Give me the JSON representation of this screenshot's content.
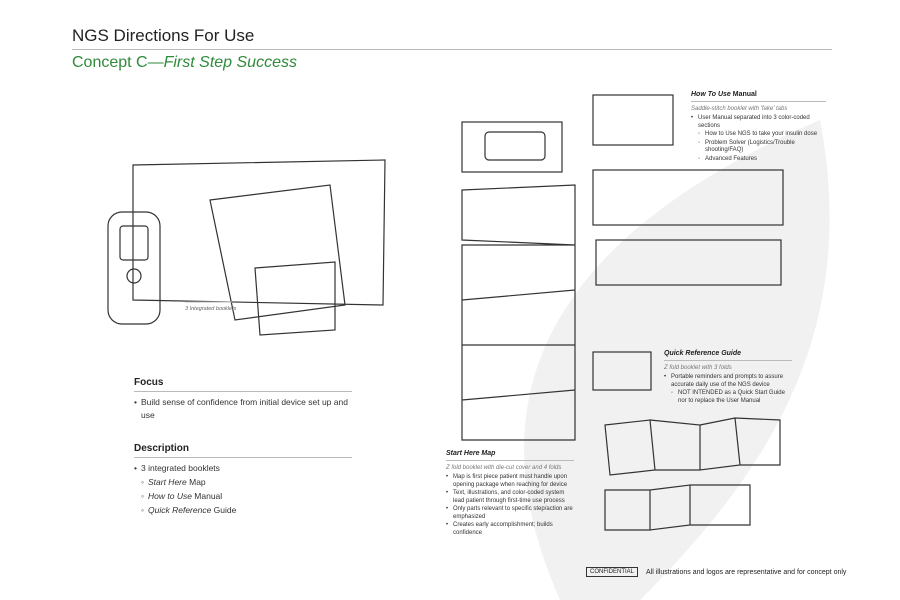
{
  "title": "NGS Directions For Use",
  "concept": {
    "prefix": "Concept C—",
    "italic": "First Step Success"
  },
  "booklets_caption": "3 Integrated booklets",
  "focus": {
    "heading": "Focus",
    "items": [
      "Build sense of confidence from initial device set up and use"
    ]
  },
  "description": {
    "heading": "Description",
    "item": "3 integrated booklets",
    "sub": [
      {
        "italic": "Start Here",
        "rest": " Map"
      },
      {
        "italic": "How to Use",
        "rest": " Manual"
      },
      {
        "italic": "Quick Reference",
        "rest": " Guide"
      }
    ]
  },
  "start_here": {
    "heading": "Start Here Map",
    "subtitle": "Z fold booklet with die-cut cover and 4 folds",
    "items": [
      "Map is first piece patient must handle upon opening package when reaching for device",
      "Text, illustrations, and color-coded system lead patient through first-time use process",
      "Only parts relevant to specific step/action are emphasized",
      "Creates early accomplishment; builds confidence"
    ]
  },
  "how_to_use": {
    "heading_italic": "How To Use",
    "heading_rest": " Manual",
    "subtitle": "Saddle-stitch booklet with 'fake' tabs",
    "items": [
      "User Manual separated into 3 color-coded sections"
    ],
    "sub": [
      "How to Use NGS to take your insulin dose",
      "Problem Solver (Logistics/Trouble shooting/FAQ)",
      "Advanced Features"
    ]
  },
  "quick_ref": {
    "heading": "Quick Reference Guide",
    "subtitle": "Z fold booklet with 3 folds",
    "items": [
      "Portable reminders and prompts to assure accurate daily use of the NGS device"
    ],
    "sub": [
      "NOT INTENDED as a Quick Start Guide nor to replace the User Manual"
    ]
  },
  "footer": {
    "confidential": "CONFIDENTIAL",
    "note": "All illustrations and logos are representative and for concept only"
  }
}
